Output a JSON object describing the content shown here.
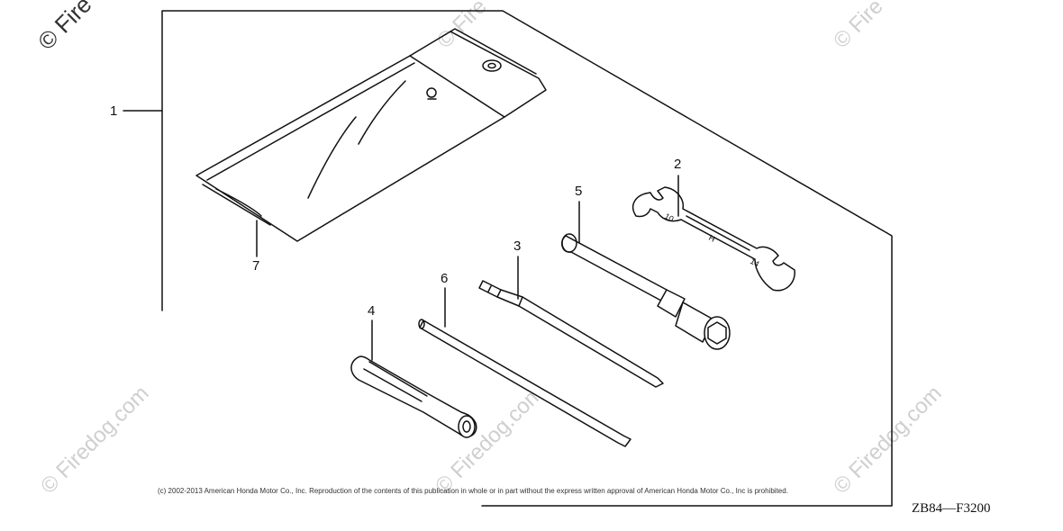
{
  "watermarks": {
    "top_left": "© Fire",
    "top_mid": "© Fire",
    "top_right": "© Fire",
    "bottom_left": "© Firedog.com",
    "bottom_mid": "© Firedog.com",
    "bottom_right": "© Firedog.com"
  },
  "callouts": {
    "c1": "1",
    "c2": "2",
    "c3": "3",
    "c4": "4",
    "c5": "5",
    "c6": "6",
    "c7": "7"
  },
  "copyright": "(c) 2002-2013 American Honda Motor Co., Inc. Reproduction of the contents of this publication in whole or in part without the express written approval of American Honda Motor Co., Inc is prohibited.",
  "diagram_code": "ZB84—F3200",
  "wrench_marks": {
    "size_a": "10",
    "size_b": "14",
    "brand": "H"
  }
}
